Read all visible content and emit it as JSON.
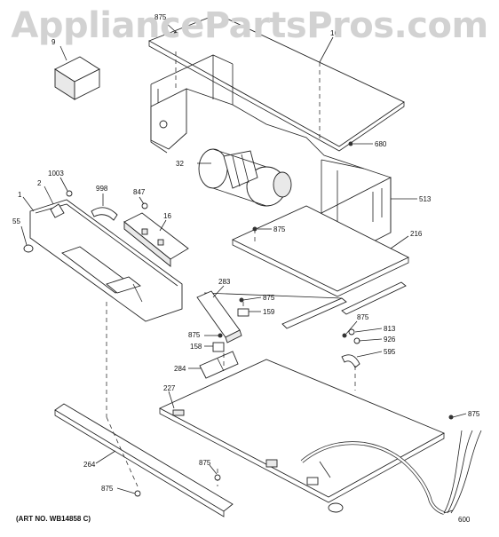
{
  "watermark": "AppliancePartsPros.com",
  "art_number": "(ART NO. WB14858 C)",
  "callouts": {
    "c875_top": "875",
    "c16_top": "16",
    "c9": "9",
    "c680": "680",
    "c32": "32",
    "c513": "513",
    "c1003": "1003",
    "c2": "2",
    "c1": "1",
    "c998": "998",
    "c847": "847",
    "c16_mid": "16",
    "c875_mid": "875",
    "c216": "216",
    "c55": "55",
    "c283": "283",
    "c875_283": "875",
    "c159": "159",
    "c875_158": "875",
    "c158": "158",
    "c875_right": "875",
    "c813": "813",
    "c926": "926",
    "c595": "595",
    "c284": "284",
    "c227": "227",
    "c875_far": "875",
    "c264": "264",
    "c875_bot": "875",
    "c875_botleft": "875",
    "c600": "600"
  }
}
